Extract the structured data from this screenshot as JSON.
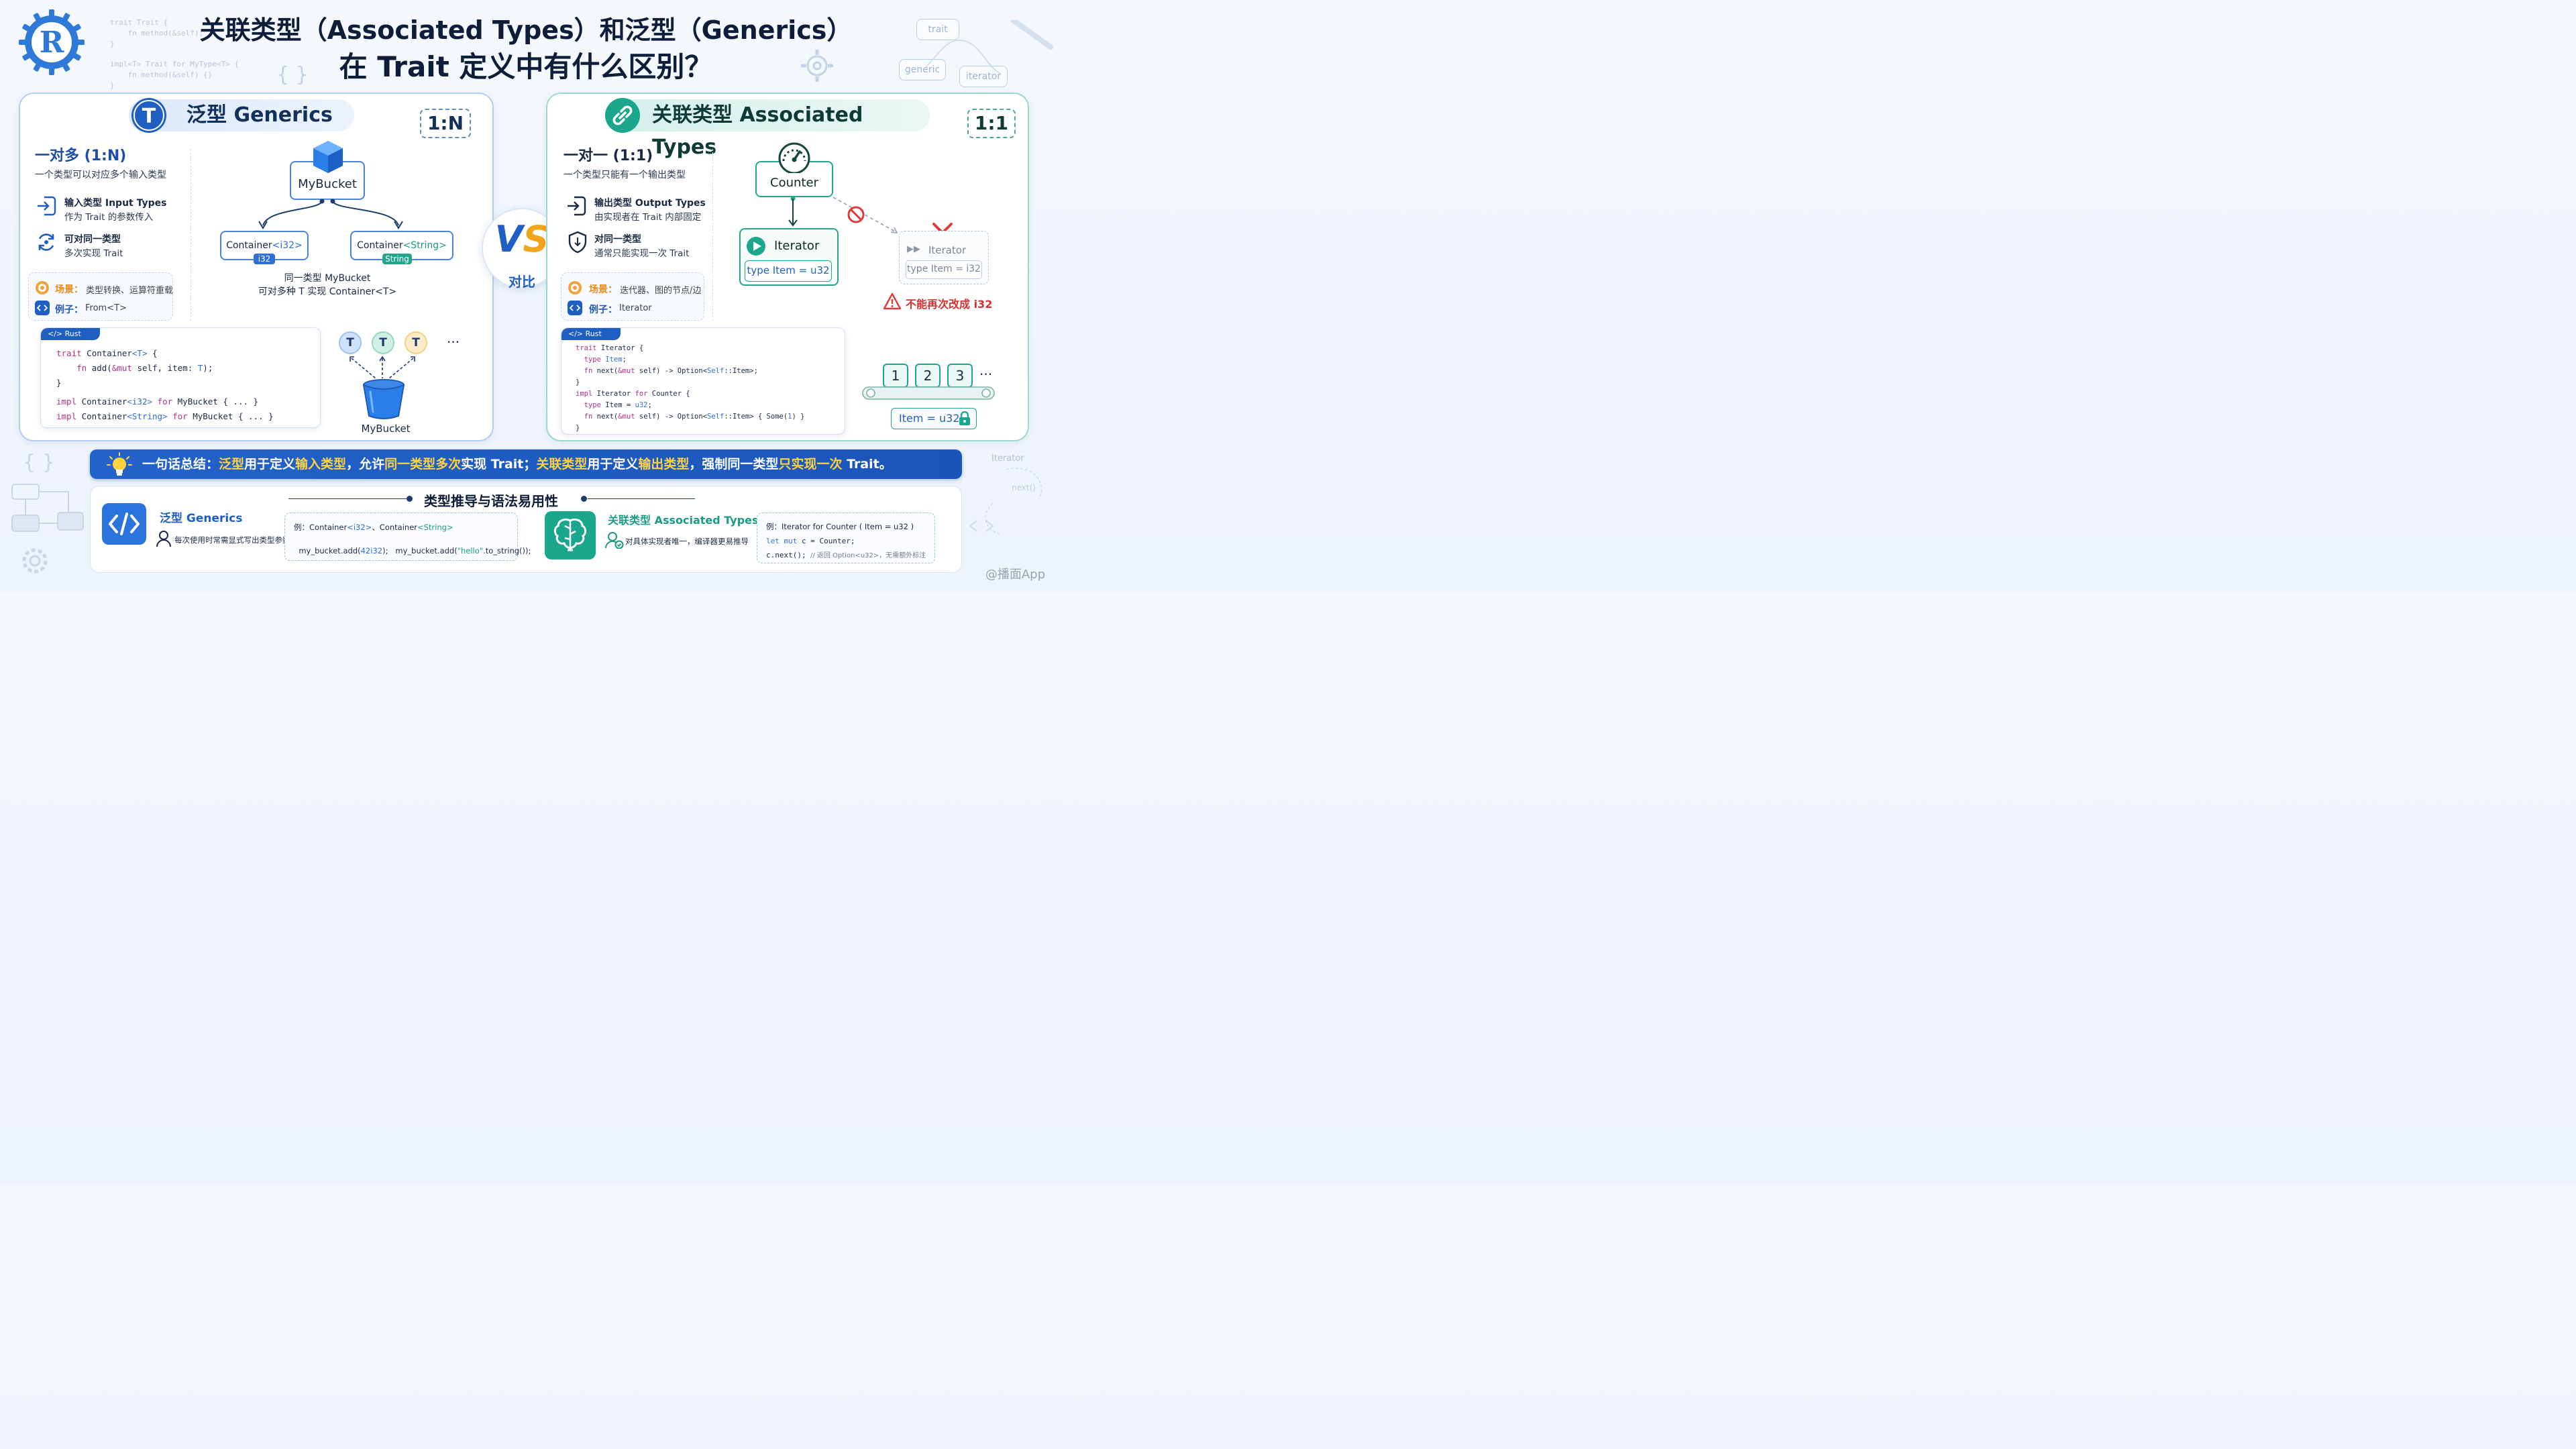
{
  "header": {
    "title_line1": "关联类型（Associated Types）和泛型（Generics）",
    "title_line2": "在 Trait 定义中有什么区别？",
    "bg_code_1": "trait Trait {\n    fn method(&self);\n}",
    "bg_code_2": "impl<T> Trait for MyType<T> {\n    fn method(&self) {}\n}",
    "braces": "{ }",
    "deco_trait": "trait",
    "deco_generic": "generic",
    "deco_iterator": "iterator"
  },
  "left": {
    "title": "泛型 Generics",
    "ratio": "1:N",
    "heading": "一对多 (1:N)",
    "subtitle": "一个类型可以对应多个输入类型",
    "feature1_title": "输入类型 Input Types",
    "feature1_desc": "作为 Trait 的参数传入",
    "feature2_title": "可对同一类型",
    "feature2_desc": "多次实现 Trait",
    "scene_label": "场景：",
    "scene_text": "类型转换、运算符重载",
    "example_label": "例子：",
    "example_text": "From<T>",
    "diagram": {
      "root": "MyBucket",
      "child1_prefix": "Container",
      "child1_type": "<i32>",
      "child1_badge": "i32",
      "child2_prefix": "Container",
      "child2_type": "<String>",
      "child2_badge": "String",
      "caption1": "同一类型 MyBucket",
      "caption2": "可对多种 T 实现 Container<T>",
      "t_label": "T",
      "ellipsis": "···",
      "bucket_label": "MyBucket"
    },
    "code_tab": "</> Rust"
  },
  "right": {
    "title": "关联类型 Associated Types",
    "ratio": "1:1",
    "heading": "一对一 (1:1)",
    "subtitle": "一个类型只能有一个输出类型",
    "feature1_title": "输出类型 Output Types",
    "feature1_desc": "由实现者在 Trait 内部固定",
    "feature2_title": "对同一类型",
    "feature2_desc": "通常只能实现一次 Trait",
    "scene_label": "场景：",
    "scene_text": "迭代器、图的节点/边",
    "example_label": "例子：",
    "example_text": "Iterator",
    "diagram": {
      "counter": "Counter",
      "iterator": "Iterator",
      "type_item": "type Item = u32",
      "bad_iterator": "Iterator",
      "bad_type_item": "type Item = i32",
      "warning": "不能再次改成 i32",
      "seq": [
        "1",
        "2",
        "3"
      ],
      "ellipsis": "···",
      "item_lock": "Item = u32"
    },
    "code_tab": "</> Rust"
  },
  "vs": {
    "letters": "VS",
    "label": "对比"
  },
  "summary": {
    "lead": "一句话总结：",
    "p1": "泛型",
    "p2": "用于定义",
    "p3": "输入类型",
    "p4": "，允许",
    "p5": "同一类型多次",
    "p6": "实现 Trait；",
    "p7": "关联类型",
    "p8": "用于定义",
    "p9": "输出类型",
    "p10": "，强制同一类型",
    "p11": "只实现一次",
    "p12": " Trait。"
  },
  "inference": {
    "section_title": "类型推导与语法易用性",
    "gen_title": "泛型 Generics",
    "gen_desc": "每次使用时常需显式写出类型参数",
    "gen_ex_label": "例：",
    "gen_ex_line1_a": "Container",
    "gen_ex_line1_b": "<i32>",
    "gen_ex_line1_c": "、Container",
    "gen_ex_line1_d": "<String>",
    "gen_ex_line2_a": "my_bucket.add(",
    "gen_ex_line2_b": "42i32",
    "gen_ex_line2_c": ");   my_bucket.add(",
    "gen_ex_line2_d": "\"hello\"",
    "gen_ex_line2_e": ".to_string());",
    "assoc_title": "关联类型 Associated Types",
    "assoc_desc": "对具体实现者唯一，编译器更易推导",
    "assoc_ex_line1": "例：Iterator for Counter ( Item = u32 )",
    "assoc_ex_line2_kw": "let mut",
    "assoc_ex_line2_rest": " c = Counter;",
    "assoc_ex_line3_code": "c.next();",
    "assoc_ex_line3_comment": "  // 返回 Option<u32>，无需额外标注"
  },
  "side_deco": {
    "left_braces": "{ }",
    "right_iterator": "Iterator",
    "right_next": "next()"
  },
  "watermark": "@播面App",
  "colors": {
    "blue": "#1f5fc4",
    "teal": "#1ba78e",
    "orange": "#e88a1a",
    "red": "#e03a3a",
    "yellow": "#ffd23f"
  }
}
